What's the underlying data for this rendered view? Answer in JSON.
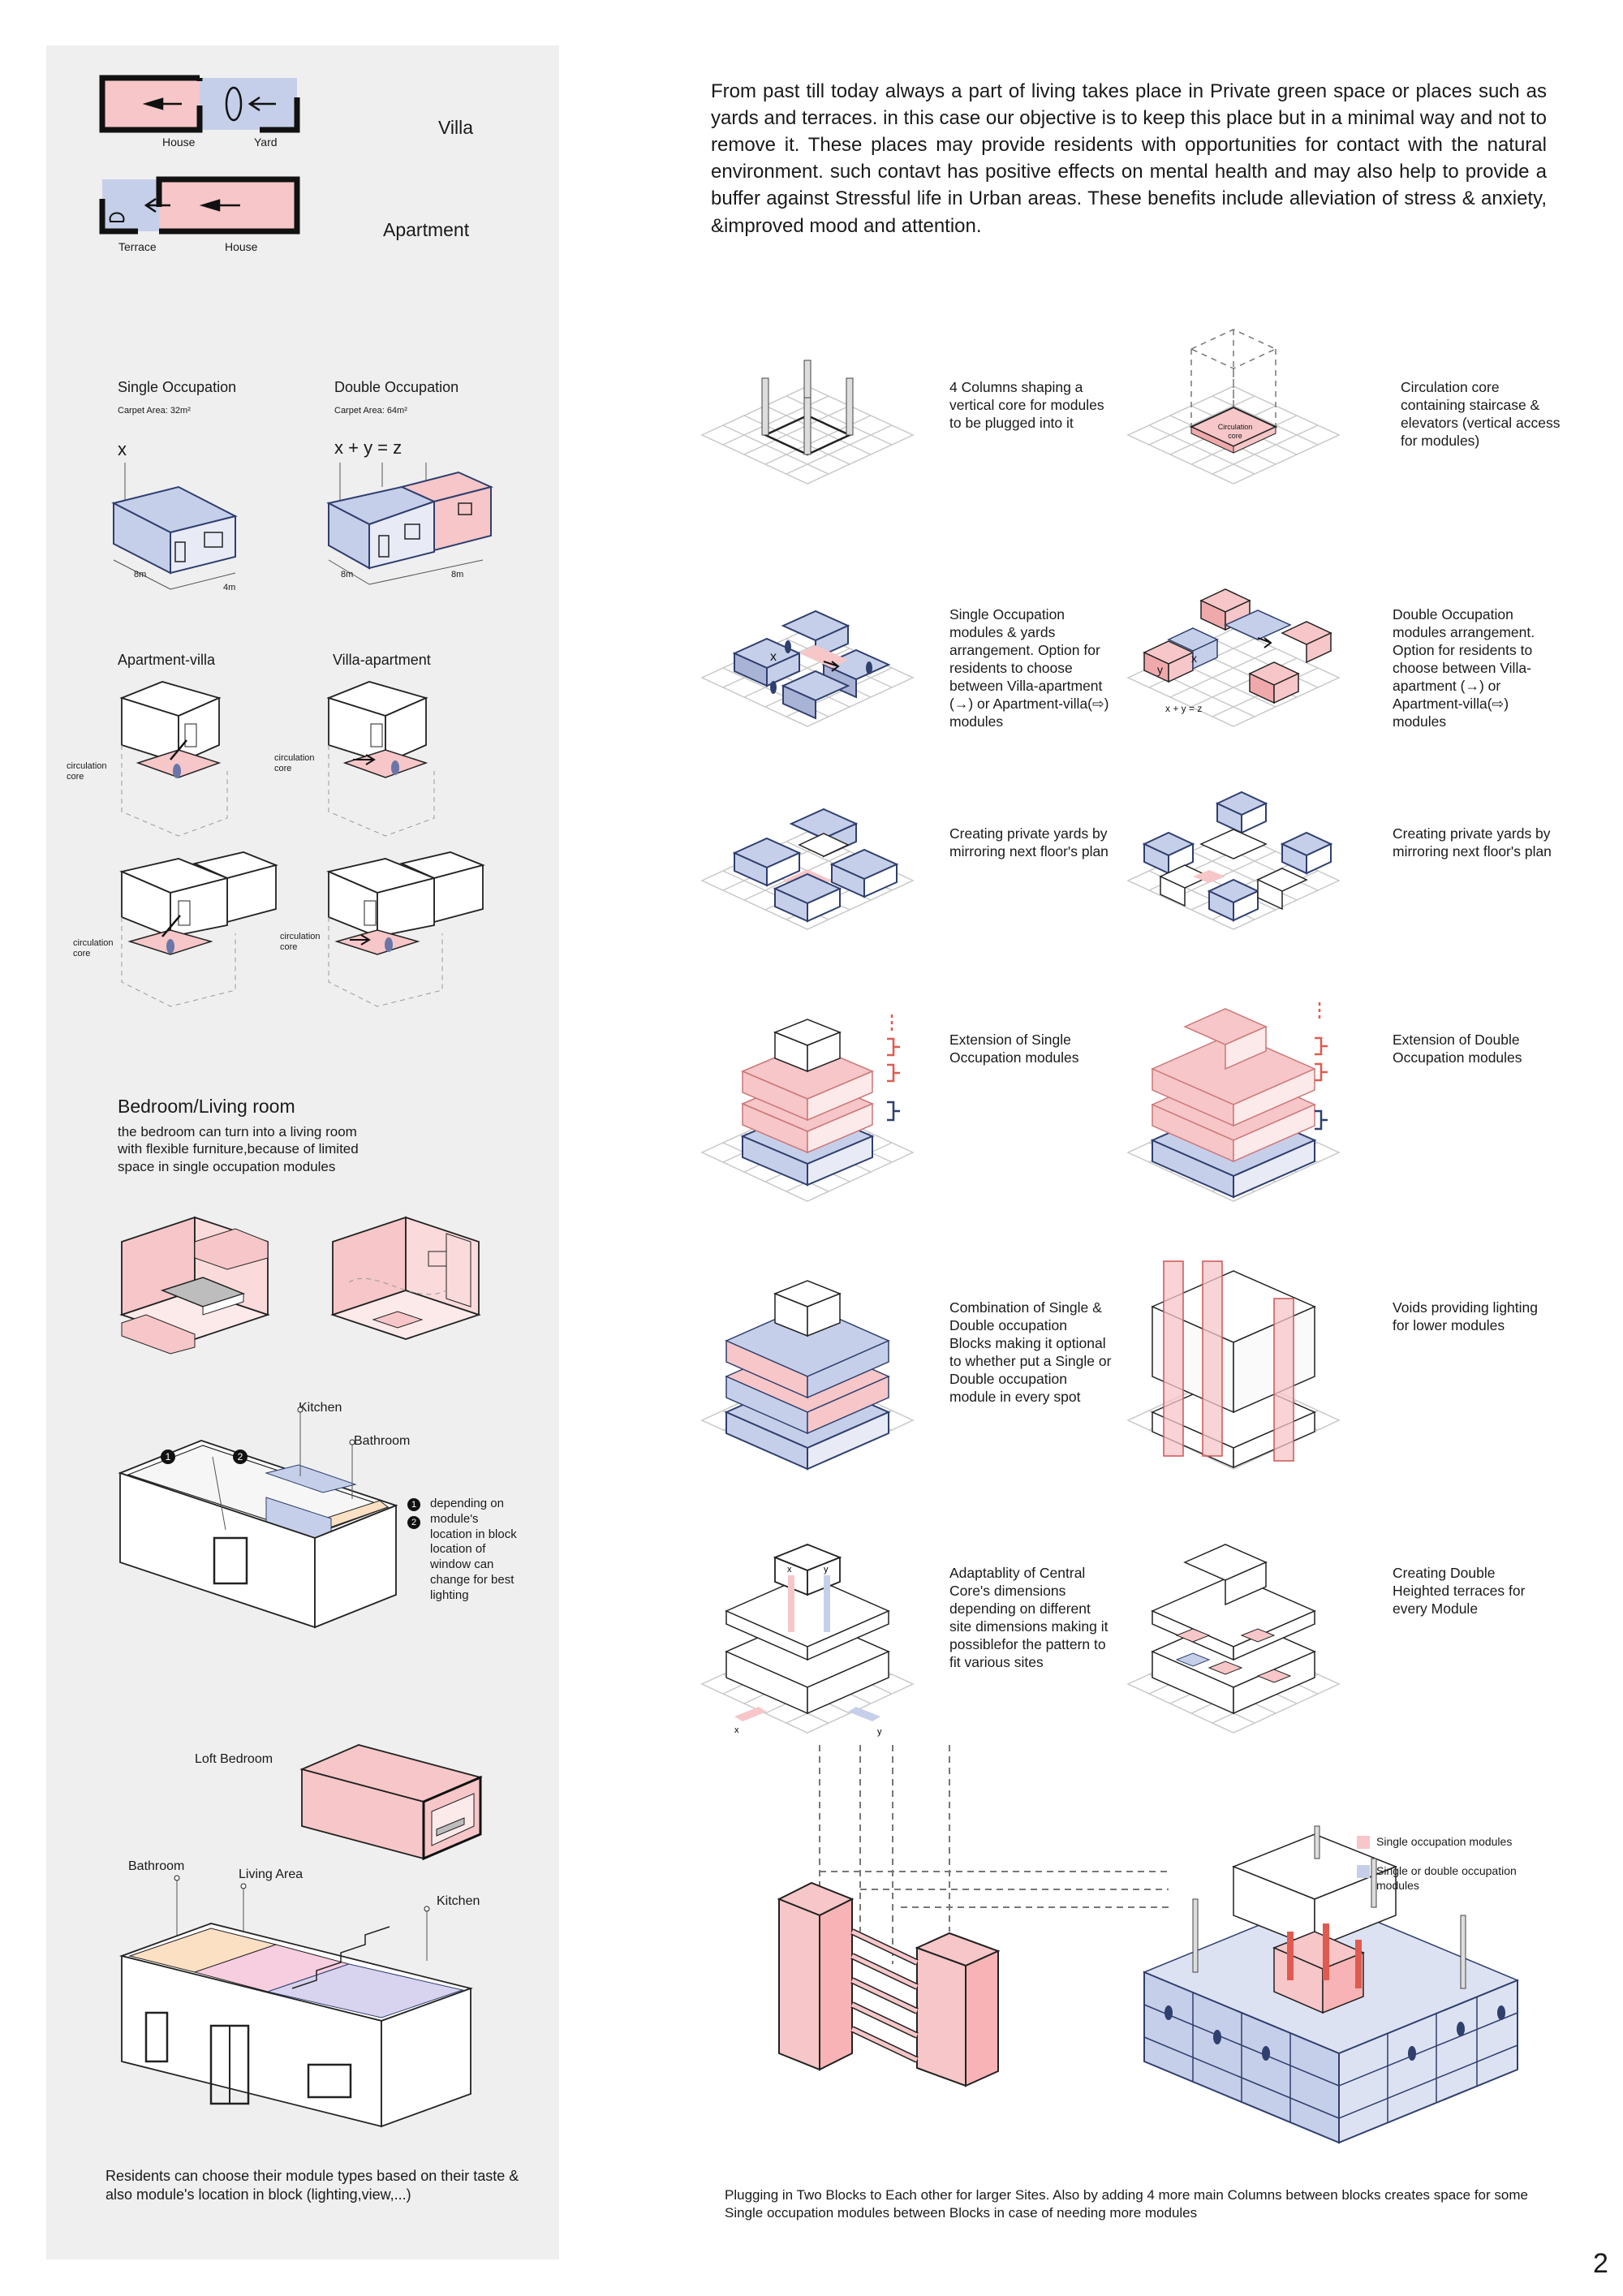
{
  "intro": "From past till today always a part of living takes place in Private green space or places such as yards and terraces. in this case our objective is to keep this place but in a minimal way and not to remove it. These places may provide residents with opportunities for contact with the natural environment. such contavt has positive effects on mental health and may also help to provide a buffer against Stressful life in Urban areas. These benefits include alleviation of stress & anxiety, &improved mood and attention.",
  "left": {
    "villa": {
      "title": "Villa",
      "house": "House",
      "yard": "Yard"
    },
    "apartment": {
      "title": "Apartment",
      "terrace": "Terrace",
      "house": "House"
    },
    "single": {
      "title": "Single Occupation",
      "area": "Carpet Area: 32m²",
      "formula": "x",
      "dim1": "8m",
      "dim2": "4m"
    },
    "double": {
      "title": "Double Occupation",
      "area": "Carpet Area: 64m²",
      "formula": "x + y = z",
      "dim1": "8m",
      "dim2": "8m"
    },
    "apartment_villa": "Apartment-villa",
    "villa_apartment": "Villa-apartment",
    "circulation_core": "circulation core",
    "bedroom": {
      "title": "Bedroom/Living room",
      "text": "the bedroom can turn into a living room with flexible furniture,because of limited space in single occupation modules"
    },
    "plan": {
      "kitchen": "Kitchen",
      "bathroom": "Bathroom",
      "marker1": "1",
      "marker2": "2",
      "note": "depending on module's location in block location of window can change for best lighting"
    },
    "loft": {
      "loft": "Loft Bedroom",
      "bathroom": "Bathroom",
      "living": "Living Area",
      "kitchen": "Kitchen"
    },
    "bottom_note": "Residents can choose their module types based on their taste & also module's location in block (lighting,view,...)"
  },
  "steps": {
    "s1": "4 Columns shaping a vertical core for modules to be plugged into it",
    "s2": "Circulation core containing staircase & elevators (vertical access for modules)",
    "s2_label": "Circulation core",
    "s3": "Single Occupation modules & yards arrangement. Option for residents to choose between Villa-apartment (→) or Apartment-villa(⇨) modules",
    "s4": "Double Occupation modules arrangement. Option for residents to choose between Villa-apartment (→) or Apartment-villa(⇨) modules",
    "s4_formula": "x + y = z",
    "s5": "Creating private yards by mirroring next floor's plan",
    "s6": "Creating private yards by mirroring next floor's plan",
    "s7": "Extension of Single Occupation modules",
    "s8": "Extension of Double Occupation modules",
    "s9": "Combination of Single & Double occupation Blocks making it optional to whether put a Single or Double occupation module in every spot",
    "s10": "Voids providing lighting for lower modules",
    "s11": "Adaptablity of Central Core's dimensions depending on different site dimensions making it possiblefor the pattern to fit various sites",
    "s12": "Creating Double Heighted terraces for every Module"
  },
  "legend": {
    "single": "Single occupation modules",
    "double": "Single or double occupation modules"
  },
  "footer": "Plugging in Two Blocks to Each other for larger Sites. Also by adding 4 more main Columns between blocks creates space for some Single occupation modules  between Blocks in case of needing more modules",
  "page_number": "2",
  "colors": {
    "pink": "#f6c6c8",
    "blue": "#c6cfe9",
    "navy": "#2f3f6e",
    "red": "#e05a4f",
    "panel": "#efefef",
    "peach": "#fbe0c4"
  }
}
